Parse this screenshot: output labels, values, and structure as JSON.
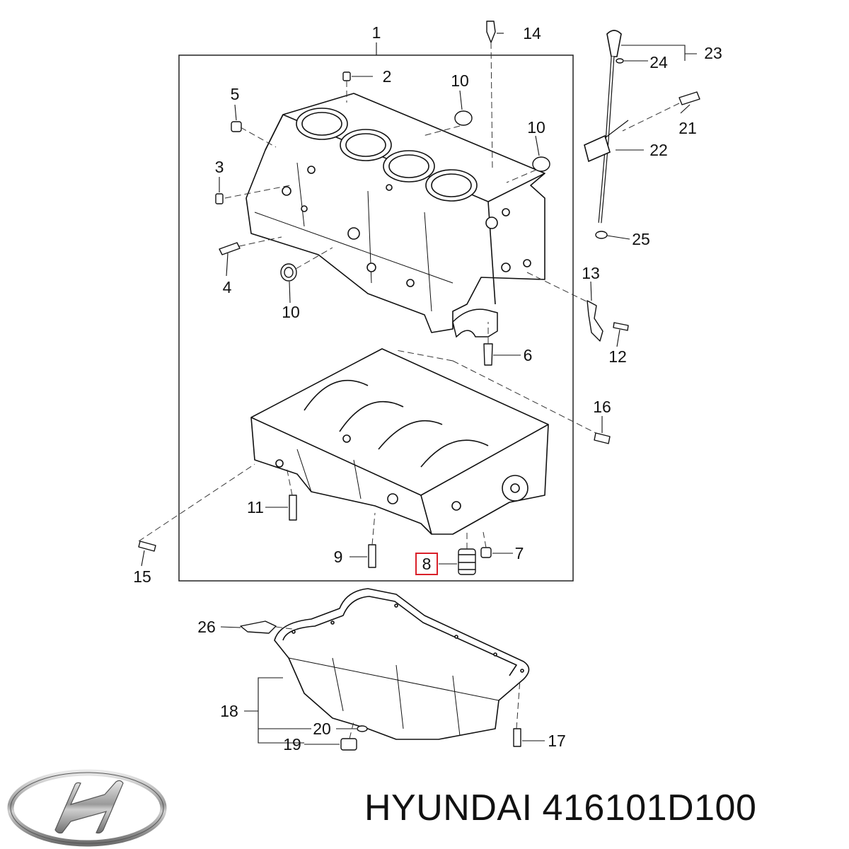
{
  "callouts": {
    "c1": "1",
    "c2": "2",
    "c3": "3",
    "c4": "4",
    "c5": "5",
    "c6": "6",
    "c7": "7",
    "c8": "8",
    "c9": "9",
    "c10a": "10",
    "c10b": "10",
    "c10c": "10",
    "c11": "11",
    "c12": "12",
    "c13": "13",
    "c14": "14",
    "c15": "15",
    "c16": "16",
    "c17": "17",
    "c18": "18",
    "c19": "19",
    "c20": "20",
    "c21": "21",
    "c22": "22",
    "c23": "23",
    "c24": "24",
    "c25": "25",
    "c26": "26"
  },
  "highlighted_callout": "8",
  "highlight_color": "#d9202a",
  "brand": "HYUNDAI",
  "part_number": "416101D100"
}
